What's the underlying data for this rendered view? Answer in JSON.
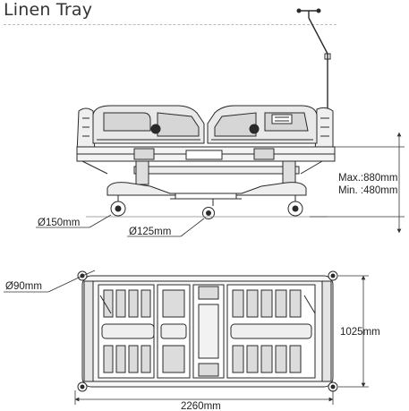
{
  "title": "Linen Tray",
  "labels": {
    "height_max": "Max.:880mm",
    "height_min": "Min. :480mm",
    "main_castor": "Ø150mm",
    "fifth_castor": "Ø125mm",
    "corner_bumper": "Ø90mm",
    "width": "1025mm",
    "length": "2260mm"
  },
  "colors": {
    "line": "#2a2a2a",
    "panel_fill": "#e6e6e6",
    "dim_line": "#333333"
  },
  "icons": [
    "castor-wheel-icon",
    "bumper-wheel-icon",
    "iv-pole-icon"
  ]
}
